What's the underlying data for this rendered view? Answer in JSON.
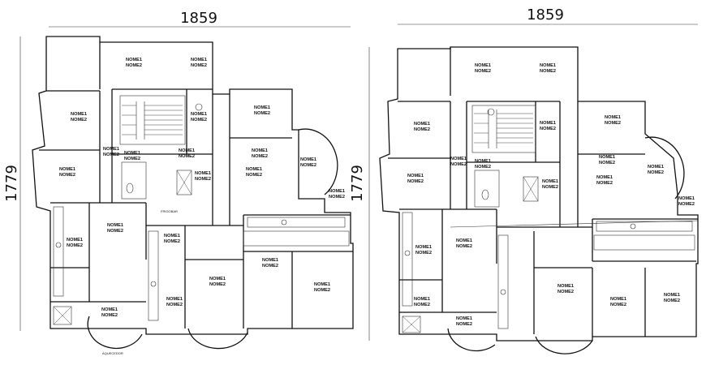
{
  "plans": [
    {
      "id": "left",
      "width_dim": "1859",
      "height_dim": "1779",
      "notes": [
        "AQUECEDOR",
        "FRIGOBAR"
      ],
      "rooms": [
        {
          "l1": "NOME1",
          "l2": "NOME2"
        },
        {
          "l1": "NOME1",
          "l2": "NOME2"
        },
        {
          "l1": "NOME1",
          "l2": "NOME2"
        },
        {
          "l1": "NOME1",
          "l2": "NOME2"
        },
        {
          "l1": "NOME1",
          "l2": "NOME2"
        },
        {
          "l1": "NOME1",
          "l2": "NOME2"
        },
        {
          "l1": "NOME1",
          "l2": "NOME2"
        },
        {
          "l1": "NOME1",
          "l2": "NOME2"
        },
        {
          "l1": "NOME1",
          "l2": "NOME2"
        },
        {
          "l1": "NOME1",
          "l2": "NOME2"
        },
        {
          "l1": "NOME1",
          "l2": "NOME2"
        },
        {
          "l1": "NOME1",
          "l2": "NOME2"
        },
        {
          "l1": "NOME1",
          "l2": "NOME2"
        },
        {
          "l1": "NOME1",
          "l2": "NOME2"
        },
        {
          "l1": "NOME1",
          "l2": "NOME2"
        },
        {
          "l1": "NOME1",
          "l2": "NOME2"
        },
        {
          "l1": "NOME1",
          "l2": "NOME2"
        },
        {
          "l1": "NOME1",
          "l2": "NOME2"
        },
        {
          "l1": "NOME1",
          "l2": "NOME2"
        },
        {
          "l1": "NOME1",
          "l2": "NOME2"
        },
        {
          "l1": "NOME1",
          "l2": "NOME2"
        },
        {
          "l1": "NOME1",
          "l2": "NOME2"
        }
      ]
    },
    {
      "id": "right",
      "width_dim": "1859",
      "height_dim": "1779",
      "notes": [],
      "rooms": [
        {
          "l1": "NOME1",
          "l2": "NOME2"
        },
        {
          "l1": "NOME1",
          "l2": "NOME2"
        },
        {
          "l1": "NOME1",
          "l2": "NOME2"
        },
        {
          "l1": "NOME1",
          "l2": "NOME2"
        },
        {
          "l1": "NOME1",
          "l2": "NOME2"
        },
        {
          "l1": "NOME1",
          "l2": "NOME2"
        },
        {
          "l1": "NOME1",
          "l2": "NOME2"
        },
        {
          "l1": "NOME1",
          "l2": "NOME2"
        },
        {
          "l1": "NOME1",
          "l2": "NOME2"
        },
        {
          "l1": "NOME1",
          "l2": "NOME2"
        },
        {
          "l1": "NOME1",
          "l2": "NOME2"
        },
        {
          "l1": "NOME1",
          "l2": "NOME2"
        },
        {
          "l1": "NOME1",
          "l2": "NOME2"
        },
        {
          "l1": "NOME1",
          "l2": "NOME2"
        },
        {
          "l1": "NOME1",
          "l2": "NOME2"
        },
        {
          "l1": "NOME1",
          "l2": "NOME2"
        },
        {
          "l1": "NOME1",
          "l2": "NOME2"
        },
        {
          "l1": "NOME1",
          "l2": "NOME2"
        },
        {
          "l1": "NOME1",
          "l2": "NOME2"
        },
        {
          "l1": "NOME1",
          "l2": "NOME2"
        }
      ]
    }
  ]
}
